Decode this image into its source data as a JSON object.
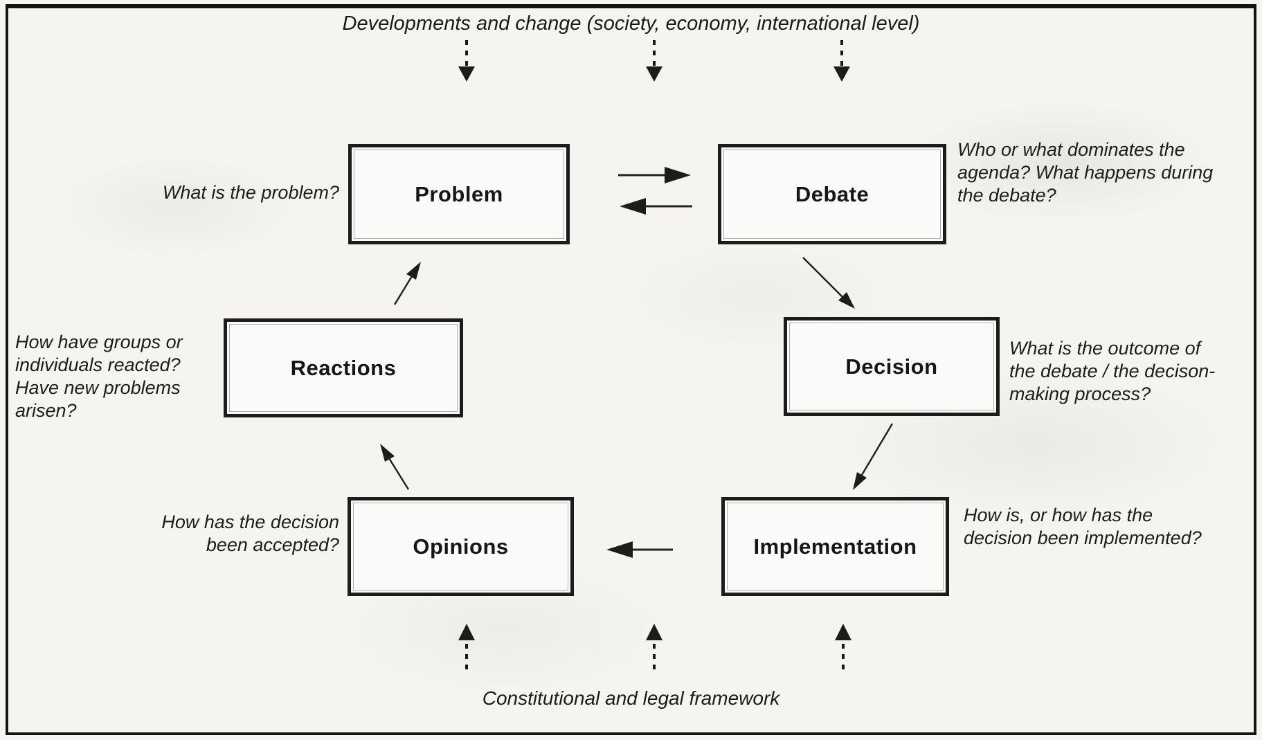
{
  "title_banner": {
    "text": "Developments and change (society, economy, international level)"
  },
  "bottom_banner": {
    "text": "Constitutional and legal framework"
  },
  "nodes": {
    "problem": {
      "label": "Problem",
      "annotation_lines": [
        "What is the problem?"
      ]
    },
    "debate": {
      "label": "Debate",
      "annotation_lines": [
        "Who or what dominates the",
        "agenda? What happens during",
        "the debate?"
      ]
    },
    "decision": {
      "label": "Decision",
      "annotation_lines": [
        "What is the outcome of",
        "the debate / the decison-",
        "making process?"
      ]
    },
    "implementation": {
      "label": "Implementation",
      "annotation_lines": [
        "How is, or how has the",
        "decision been implemented?"
      ]
    },
    "opinions": {
      "label": "Opinions",
      "annotation_lines": [
        "How has the decision",
        "been accepted?"
      ]
    },
    "reactions": {
      "label": "Reactions",
      "annotation_lines": [
        "How have groups or",
        "individuals reacted?",
        "Have new problems",
        "arisen?"
      ]
    }
  },
  "colors": {
    "ink": "#1c1c1c",
    "paper": "#f5f4f1",
    "box_fill": "#fbfaf8"
  }
}
